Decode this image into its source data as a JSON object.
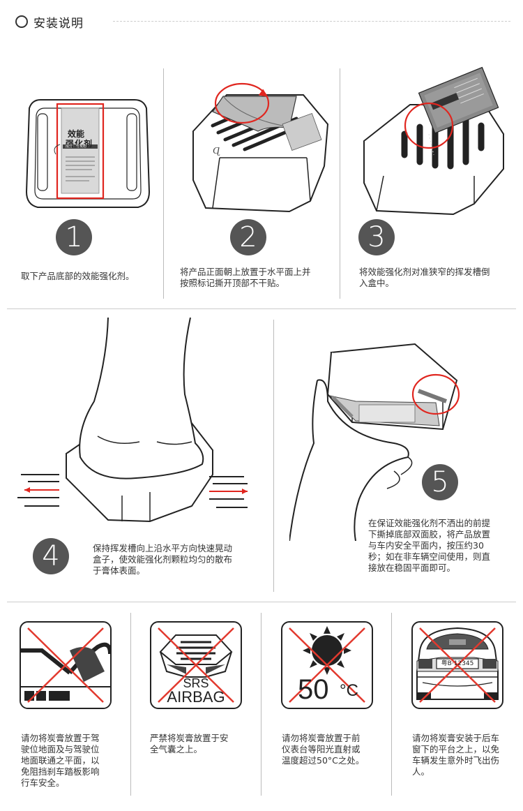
{
  "header": {
    "title": "安装说明"
  },
  "steps": [
    {
      "number": "1",
      "text": "取下产品底部的效能强化剂。"
    },
    {
      "number": "2",
      "text_lines": [
        "将产品正面朝上放置于水平面上并",
        "按照标记撕开顶部不干贴。"
      ]
    },
    {
      "number": "3",
      "text_lines": [
        "将效能强化剂对准狭窄的挥发槽倒",
        "入盒中。"
      ]
    },
    {
      "number": "4",
      "text_lines": [
        "保持挥发槽向上沿水平方向快速晃动",
        "盒子，使效能强化剂颗粒均匀的散布",
        "于膏体表面。"
      ]
    },
    {
      "number": "5",
      "text_lines": [
        "在保证效能强化剂不洒出的前提",
        "下撕掉底部双面胶，将产品放置",
        "与车内安全平面内，按压约30",
        "秒；如在非车辆空间使用，则直",
        "接放在稳固平面即可。"
      ]
    }
  ],
  "product_card": {
    "title_line1": "效能",
    "title_line2": "强化剂",
    "band": "成分：竹炭粉"
  },
  "warnings": [
    {
      "icon": "pedal-icon",
      "text_lines": [
        "请勿将炭膏放置于驾",
        "驶位地面及与驾驶位",
        "地面联通之平面，以",
        "免阻挡刹车踏板影响",
        "行车安全。"
      ]
    },
    {
      "icon": "airbag-icon",
      "label_top": "SRS",
      "label_bottom": "AIRBAG",
      "text_lines": [
        "严禁将炭膏放置于安",
        "全气囊之上。"
      ]
    },
    {
      "icon": "sun-icon",
      "temp": "50",
      "unit": "°C",
      "text_lines": [
        "请勿将炭膏放置于前",
        "仪表台等阳光直射或",
        "温度超过50°C之处。"
      ]
    },
    {
      "icon": "car-rear-icon",
      "plate": "粤B·12345",
      "text_lines": [
        "请勿将炭膏安装于后车",
        "窗下的平台之上，以免",
        "车辆发生意外时飞出伤",
        "人。"
      ]
    }
  ],
  "colors": {
    "highlight_red": "#e0261f",
    "dark": "#555555",
    "cross_red": "#e2392e"
  }
}
